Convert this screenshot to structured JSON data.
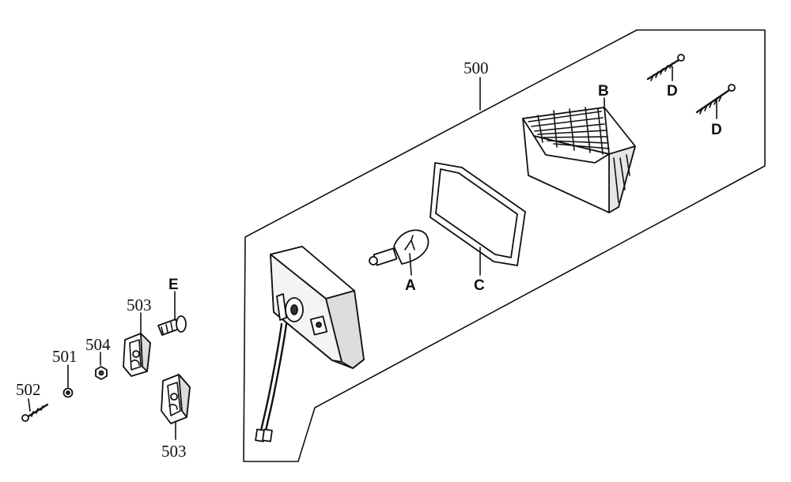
{
  "labels": {
    "assembly": "500",
    "bulb": "A",
    "lens": "B",
    "gasket": "C",
    "screw_d": "D",
    "socket": "E",
    "screw_502": "502",
    "washer_501": "501",
    "nut_504": "504",
    "bracket_503": "503"
  }
}
